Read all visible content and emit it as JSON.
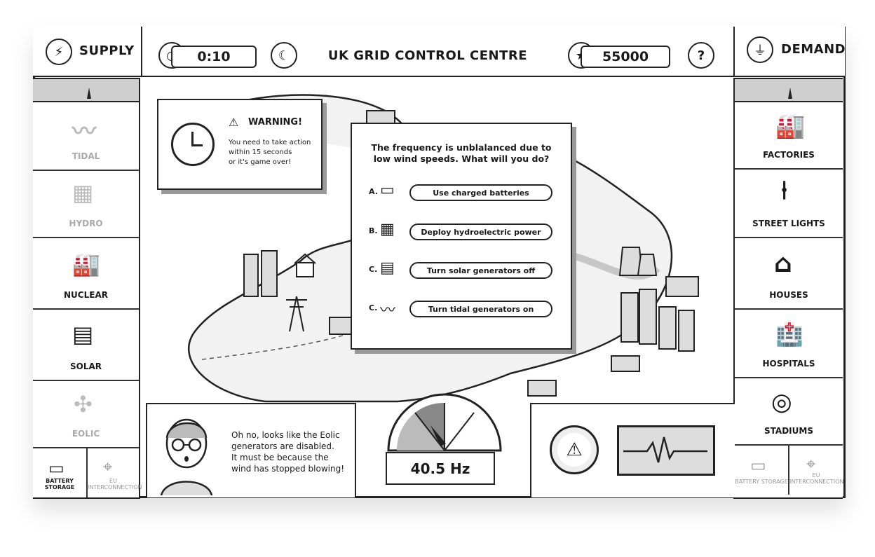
{
  "header": {
    "supply_label": "SUPPLY",
    "timer": "0:10",
    "title": "UK GRID CONTROL CENTRE",
    "score": "55000",
    "help_label": "?",
    "demand_label": "DEMAND"
  },
  "supply": {
    "items": [
      {
        "label": "TIDAL",
        "state": "disabled",
        "icon": "wave-icon"
      },
      {
        "label": "HYDRO",
        "state": "disabled",
        "icon": "dam-icon"
      },
      {
        "label": "NUCLEAR",
        "state": "active",
        "icon": "nuclear-plant-icon"
      },
      {
        "label": "SOLAR",
        "state": "active",
        "icon": "solar-panel-icon"
      },
      {
        "label": "EOLIC",
        "state": "disabled",
        "icon": "wind-turbine-icon"
      }
    ],
    "battery_label": "BATTERY STORAGE",
    "eu_label": "EU INTERCONNECTION"
  },
  "demand": {
    "items": [
      {
        "label": "FACTORIES",
        "icon": "factory-icon"
      },
      {
        "label": "STREET LIGHTS",
        "icon": "street-light-icon"
      },
      {
        "label": "HOUSES",
        "icon": "house-icon"
      },
      {
        "label": "HOSPITALS",
        "icon": "hospital-icon"
      },
      {
        "label": "STADIUMS",
        "icon": "stadium-icon"
      }
    ],
    "battery_label": "BATTERY STORAGE",
    "eu_label": "EU INTERCONNECTION"
  },
  "warning": {
    "title": "WARNING!",
    "line1": "You need to take action",
    "line2": "within 15 seconds",
    "line3": "or it's game over!"
  },
  "question": {
    "line1": "The frequency is unblalanced due to",
    "line2": "low wind speeds. What will you do?",
    "options": [
      {
        "letter": "A.",
        "label": "Use charged batteries",
        "icon": "battery-icon"
      },
      {
        "letter": "B.",
        "label": "Deploy hydroelectric power",
        "icon": "dam-icon"
      },
      {
        "letter": "C.",
        "label": "Turn solar generators off",
        "icon": "solar-panel-icon"
      },
      {
        "letter": "C.",
        "label": "Turn tidal generators on",
        "icon": "wave-icon"
      }
    ]
  },
  "advisor": {
    "line1": "Oh no, looks like the Eolic",
    "line2": "generators are disabled.",
    "line3": "It must be because the",
    "line4": "wind has stopped blowing!"
  },
  "gauge": {
    "frequency": "40.5 Hz"
  },
  "colors": {
    "ink": "#222222",
    "shade": "#cfcfcf",
    "disabled": "#aaaaaa"
  }
}
